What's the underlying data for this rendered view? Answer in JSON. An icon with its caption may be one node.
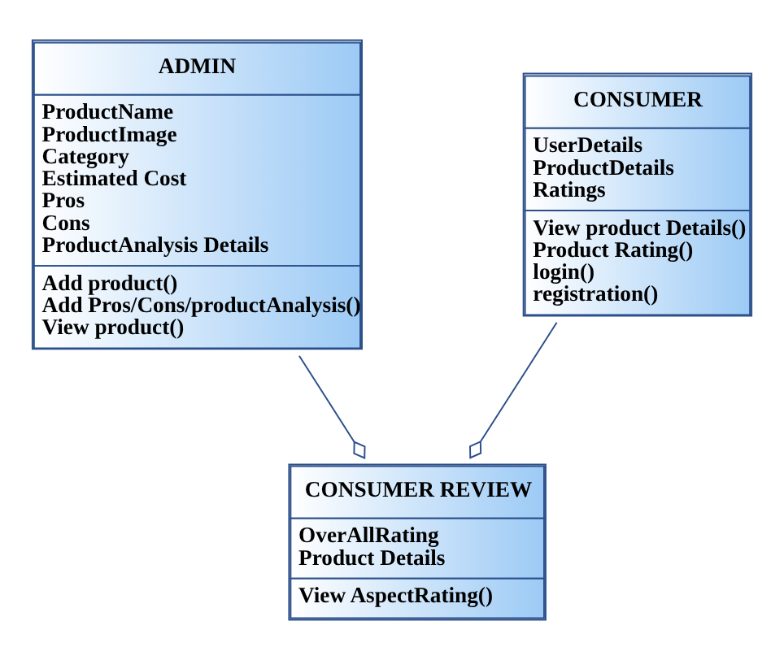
{
  "diagram": {
    "nodes": [
      {
        "text": [
          "ADMIN",
          "ProductName",
          "ProductImage",
          "Category",
          "Estimated Cost",
          "Pros",
          "Cons",
          "ProductAnalysis Details",
          "Add product()",
          "Add Pros/Cons/productAnalysis()",
          "View product()"
        ]
      },
      {
        "text": [
          "CONSUMER",
          "UserDetails",
          "ProductDetails",
          "Ratings",
          "View product Details()",
          "Product Rating()",
          "login()",
          "registration()"
        ]
      },
      {
        "text": [
          "CONSUMER REVIEW",
          "OverAllRating",
          "Product Details",
          "View AspectRating()"
        ]
      }
    ],
    "edges": [
      {
        "from": 0,
        "to": 2,
        "arrow": "other"
      },
      {
        "from": 1,
        "to": 2,
        "arrow": "other"
      }
    ]
  }
}
